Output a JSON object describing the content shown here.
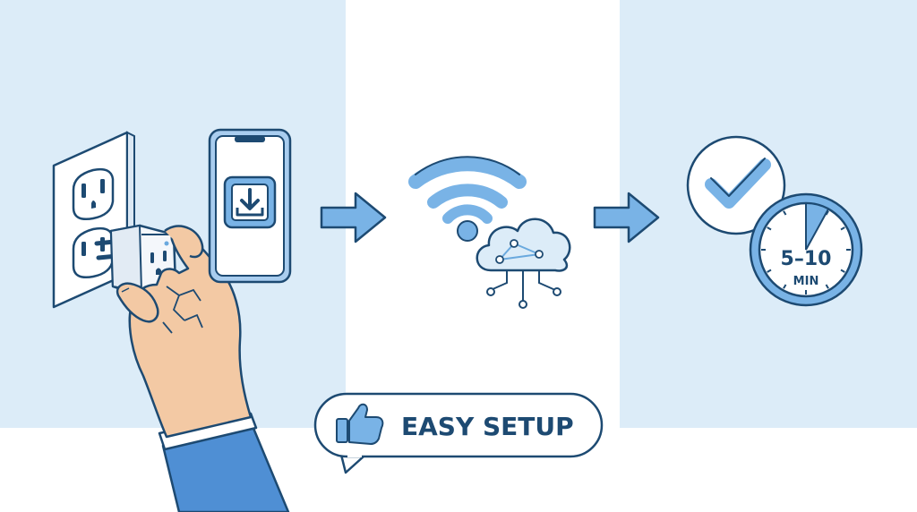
{
  "colors": {
    "panel_tint": "#dcecf8",
    "panel_mid": "#ffffff",
    "floor": "#ffffff",
    "outline": "#1d4a72",
    "accent": "#6aa9de",
    "accent_light": "#a9cdef",
    "skin": "#f3c9a4",
    "sleeve": "#4f8fd4",
    "arrow": "#79b3e6"
  },
  "steps": [
    {
      "icon": "outlet-icon",
      "also": "smart-plug-icon"
    },
    {
      "icon": "phone-download-icon"
    },
    {
      "icon": "wifi-icon"
    },
    {
      "icon": "cloud-network-icon"
    },
    {
      "icon": "checkmark-icon"
    },
    {
      "icon": "stopwatch-icon"
    }
  ],
  "timer": {
    "range": "5–10",
    "unit": "MIN",
    "progress": 0.08
  },
  "badge": {
    "icon": "thumbs-up-icon",
    "label": "EASY SETUP"
  }
}
